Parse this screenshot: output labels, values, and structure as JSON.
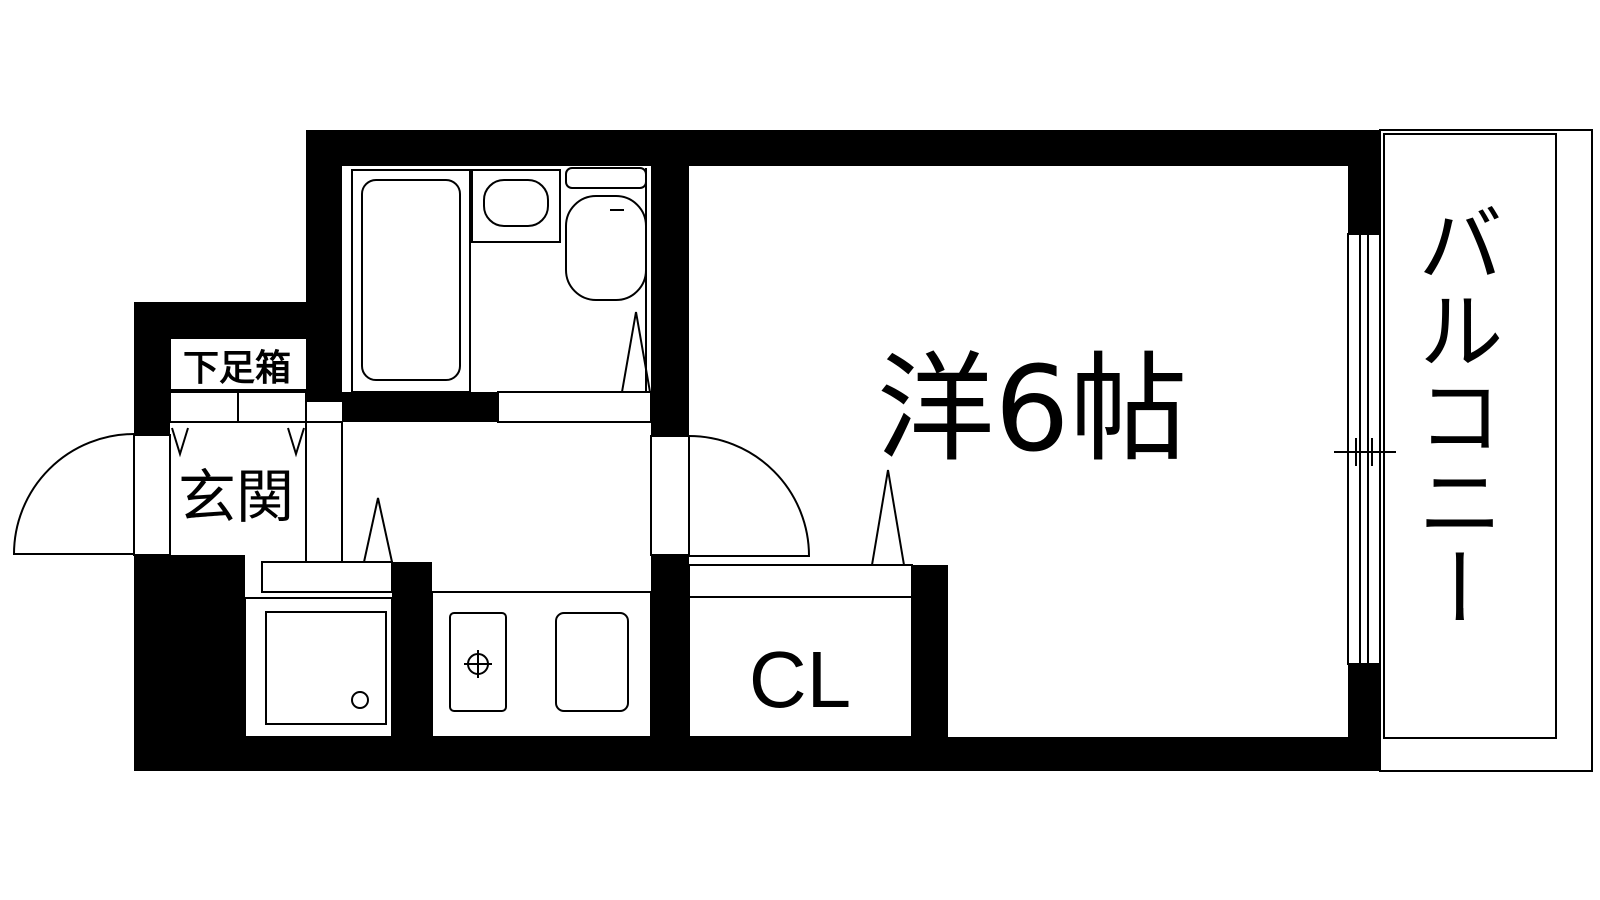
{
  "rooms": {
    "western_room": "洋6帖",
    "closet": "CL",
    "entrance": "玄関",
    "shoe_box": "下足箱",
    "balcony": "バルコニー"
  },
  "colors": {
    "wall": "#000000",
    "background": "#ffffff"
  }
}
